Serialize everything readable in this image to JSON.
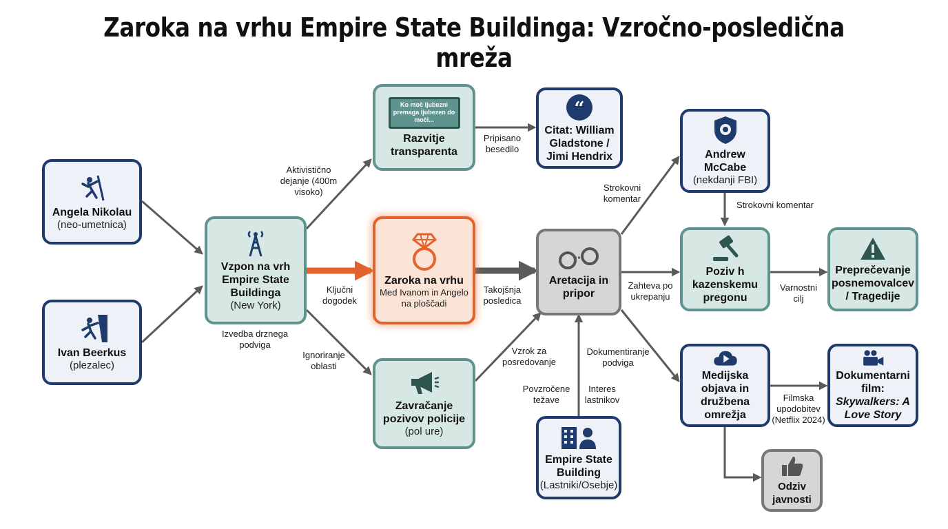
{
  "title": "Zaroka na vrhu Empire State Buildinga: Vzročno-posledična mreža",
  "colors": {
    "navy": "#1f3b6e",
    "teal": "#5f938d",
    "gray": "#777777",
    "orange": "#e4622d",
    "arrow": "#5a5a5a"
  },
  "nodes": {
    "angela": {
      "title": "Angela Nikolau",
      "subtitle": "(neo-umetnica)",
      "icon": "climber-icon"
    },
    "ivan": {
      "title": "Ivan Beerkus",
      "subtitle": "(plezalec)",
      "icon": "climber-icon"
    },
    "climb": {
      "title": "Vzpon na vrh Empire State Buildinga",
      "subtitle": "(New York)",
      "icon": "tower-icon"
    },
    "banner": {
      "title": "Razvitje transparenta",
      "banner_text": "Ko moč ljubezni premaga ljubezen do moči...",
      "icon": "banner-icon"
    },
    "quote": {
      "title": "Citat: William Gladstone / Jimi Hendrix",
      "icon": "quote-icon"
    },
    "proposal": {
      "title": "Zaroka na vrhu",
      "subtitle": "Med Ivanom in Angelo na ploščadi",
      "icon": "ring-icon"
    },
    "police": {
      "title": "Zavračanje pozivov policije",
      "subtitle": "(pol ure)",
      "icon": "megaphone-icon"
    },
    "arrest": {
      "title": "Aretacija in pripor",
      "icon": "handcuffs-icon"
    },
    "esb": {
      "title": "Empire State Building",
      "subtitle": "(Lastniki/Osebje)",
      "icon": "building-person-icon"
    },
    "mccabe": {
      "title": "Andrew McCabe",
      "subtitle": "(nekdanji FBI)",
      "icon": "badge-icon"
    },
    "prosecution": {
      "title": "Poziv h kazenskemu pregonu",
      "icon": "gavel-icon"
    },
    "prevent": {
      "title": "Preprečevanje posnemovalcev / Tragedije",
      "icon": "warning-icon"
    },
    "media": {
      "title": "Medijska objava in družbena omrežja",
      "icon": "cloud-play-icon"
    },
    "film": {
      "title_plain": "Dokumentarni film:",
      "title_italic": "Skywalkers: A Love Story",
      "icon": "film-camera-icon"
    },
    "reaction": {
      "title": "Odziv javnosti",
      "icon": "thumbs-up-icon"
    }
  },
  "edge_labels": {
    "climb_banner": "Aktivistično dejanje (400m visoko)",
    "climb_below": "Izvedba drznega podviga",
    "climb_proposal": "Ključni dogodek",
    "climb_police": "Ignoriranje oblasti",
    "banner_quote": "Pripisano besedilo",
    "proposal_arrest": "Takojšnja posledica",
    "police_arrest": "Vzrok za posredovanje",
    "esb_arrest_left": "Povzročene težave",
    "esb_arrest_right": "Interes lastnikov",
    "esb_arrest_top": "Dokumentiranje podviga",
    "arrest_mccabe": "Strokovni komentar",
    "mccabe_prosecution": "Strokovni komentar",
    "arrest_prosecution": "Zahteva po ukrepanju",
    "prosecution_prevent": "Varnostni cilj",
    "media_film": "Filmska upodobitev (Netflix 2024)"
  }
}
